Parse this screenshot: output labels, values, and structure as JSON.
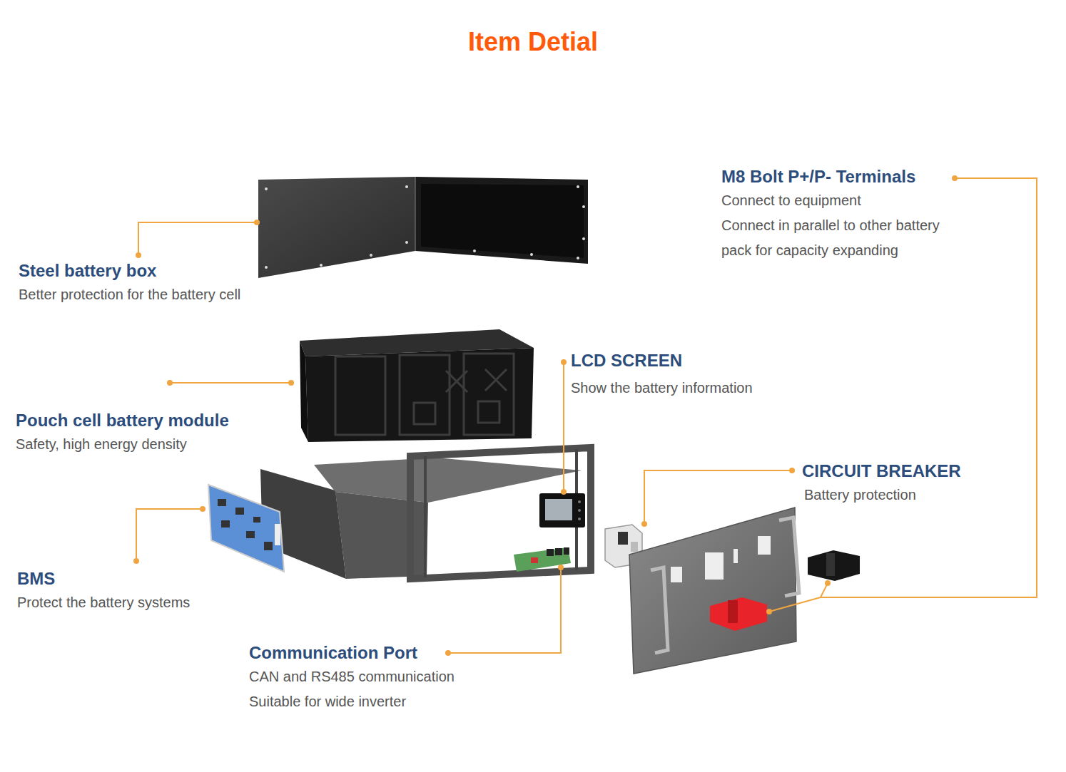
{
  "diagram": {
    "title": "Item Detial",
    "labels": [
      "M8 Bolt P+/P- Terminals",
      "Connect to equipment",
      "Connect in parallel to other battery pack for capacity expanding",
      "Steel battery box",
      "Better protection for the battery cell",
      "LCD SCREEN",
      "Show the battery information",
      "Pouch cell battery module",
      "Safety, high energy density",
      "CIRCUIT BREAKER",
      "Battery protection",
      "BMS",
      "Protect the battery systems",
      "Communication Port",
      "CAN and RS485 communication",
      "Suitable for wide inverter"
    ]
  }
}
